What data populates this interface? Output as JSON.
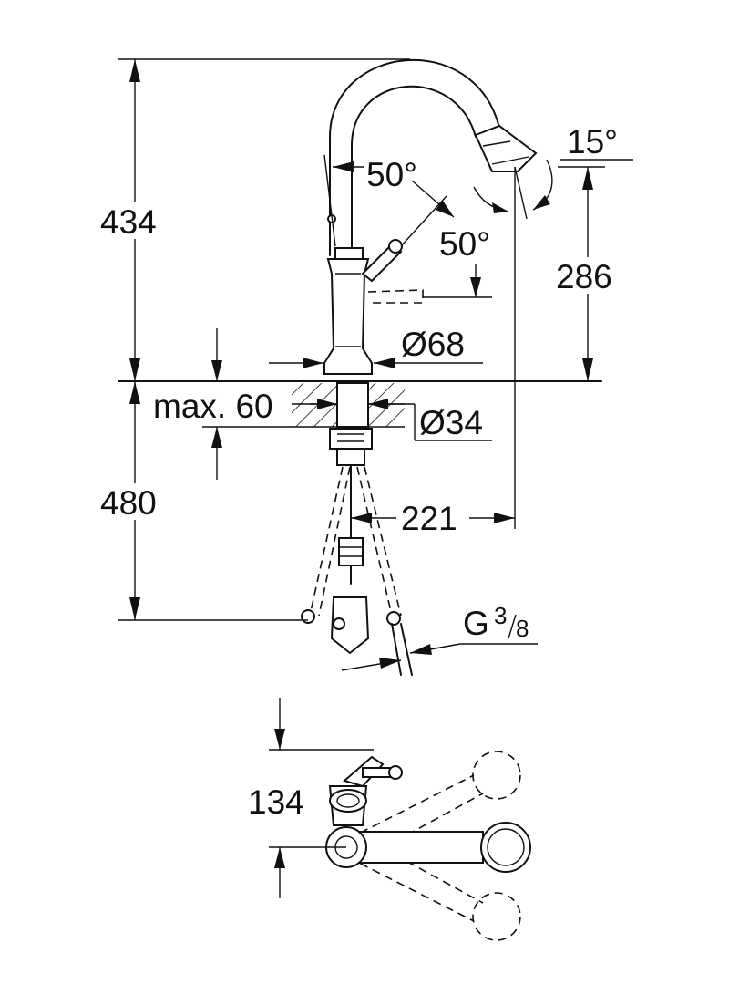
{
  "dimensions": {
    "height_above_deck": "434",
    "spout_height": "286",
    "angle_spray": "15°",
    "angle_lever_1": "50°",
    "angle_lever_2": "50°",
    "base_diameter": "Ø68",
    "max_deck_thickness": "max. 60",
    "hole_diameter": "Ø34",
    "below_deck_length": "480",
    "spout_reach": "221",
    "thread": "G",
    "thread_num": "3",
    "thread_den": "8",
    "top_view_offset": "134"
  }
}
